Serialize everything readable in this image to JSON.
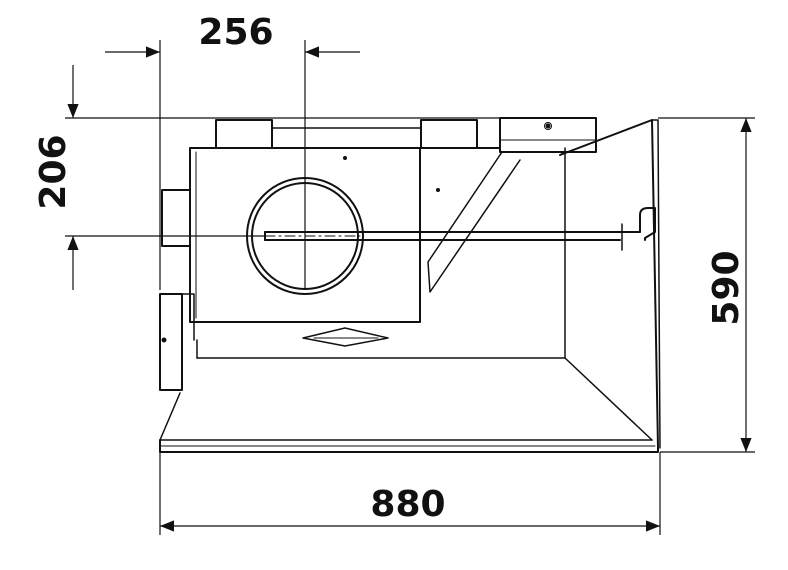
{
  "dimensions": {
    "offset_horizontal": "256",
    "offset_vertical": "206",
    "total_width": "880",
    "total_height": "590"
  },
  "colors": {
    "line": "#111111",
    "fill": "#ffffff"
  }
}
